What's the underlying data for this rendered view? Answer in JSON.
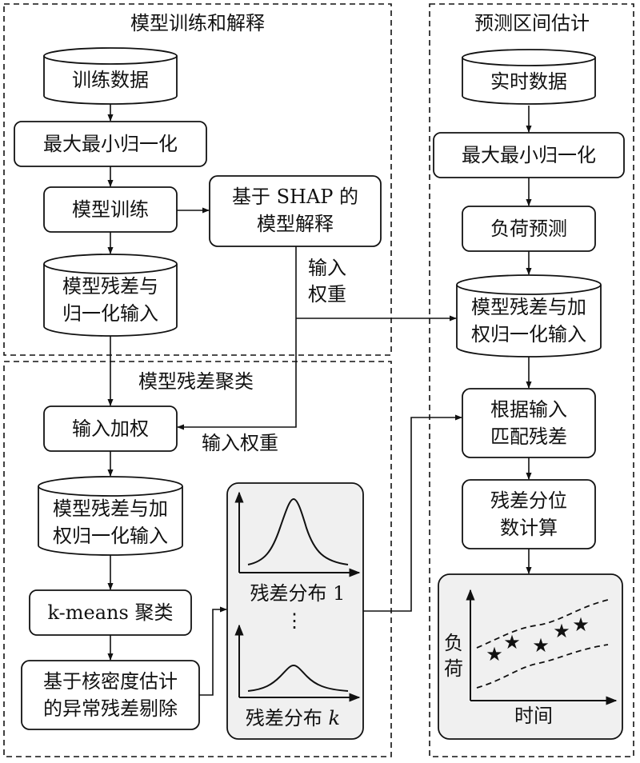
{
  "sections": {
    "train": "模型训练和解释",
    "predict": "预测区间估计",
    "cluster": "模型残差聚类"
  },
  "nodes": {
    "train_data": "训练数据",
    "minmax_left": "最大最小归一化",
    "model_train": "模型训练",
    "shap_l1": "基于 SHAP 的",
    "shap_l2": "模型解释",
    "residual_norm_l1": "模型残差与",
    "residual_norm_l2": "归一化输入",
    "input_weight": "输入加权",
    "residual_w_l1": "模型残差与加",
    "residual_w_l2": "权归一化输入",
    "kmeans": "k-means 聚类",
    "kde_l1": "基于核密度估计",
    "kde_l2": "的异常残差剔除",
    "realtime": "实时数据",
    "minmax_right": "最大最小归一化",
    "load_forecast": "负荷预测",
    "residual_w2_l1": "模型残差与加",
    "residual_w2_l2": "权归一化输入",
    "match_l1": "根据输入",
    "match_l2": "匹配残差",
    "quantile_l1": "残差分位",
    "quantile_l2": "数计算"
  },
  "labels": {
    "input_weight_a1": "输入",
    "input_weight_a2": "权重",
    "input_weight_b": "输入权重",
    "dist_1": "残差分布 1",
    "dist_k_prefix": "残差分布 ",
    "dist_k_var": "k",
    "ellipsis": "⋮",
    "ylabel_1": "负",
    "ylabel_2": "荷",
    "xlabel": "时间"
  },
  "icons": {
    "star": "★"
  }
}
